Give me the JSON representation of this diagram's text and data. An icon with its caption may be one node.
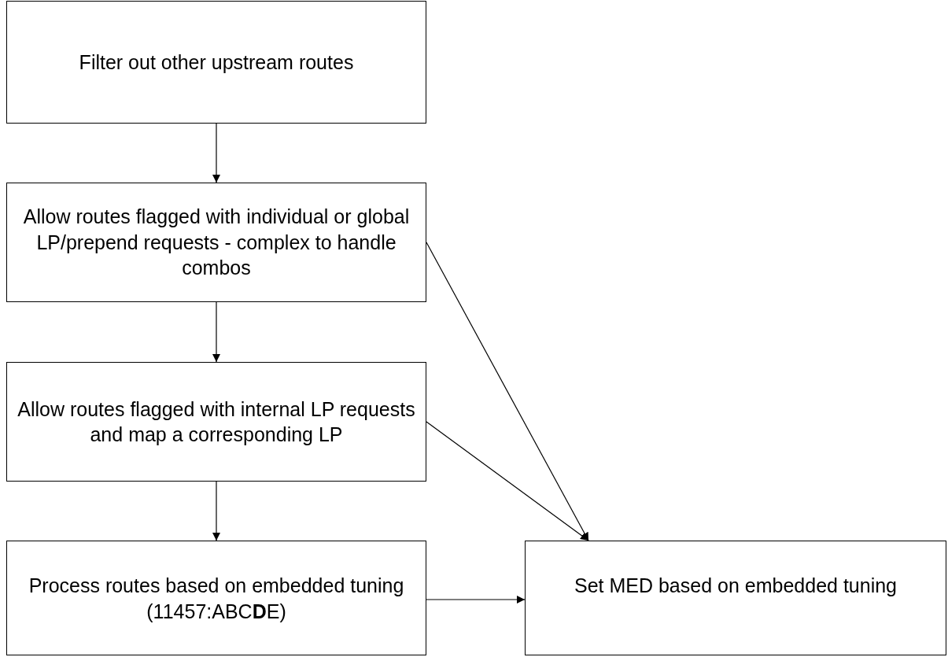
{
  "diagram": {
    "nodes": [
      {
        "text": [
          "Filter out other upstream routes"
        ]
      },
      {
        "text": [
          "Allow routes flagged with individual or global LP/prepend requests - complex to handle combos"
        ]
      },
      {
        "text": [
          "Allow routes flagged with internal LP requests and map a corresponding LP"
        ]
      },
      {
        "text": [
          "Process routes based on embedded tuning (11457:ABC**D**E)"
        ]
      },
      {
        "text": [
          "Set MED based on embedded tuning"
        ]
      }
    ],
    "edges": [
      {
        "from": 0,
        "to": 1,
        "arrow": "to"
      },
      {
        "from": 1,
        "to": 2,
        "arrow": "to"
      },
      {
        "from": 2,
        "to": 3,
        "arrow": "to"
      },
      {
        "from": 1,
        "to": 4,
        "arrow": "to"
      },
      {
        "from": 2,
        "to": 4,
        "arrow": "to"
      },
      {
        "from": 3,
        "to": 4,
        "arrow": "to"
      }
    ]
  }
}
